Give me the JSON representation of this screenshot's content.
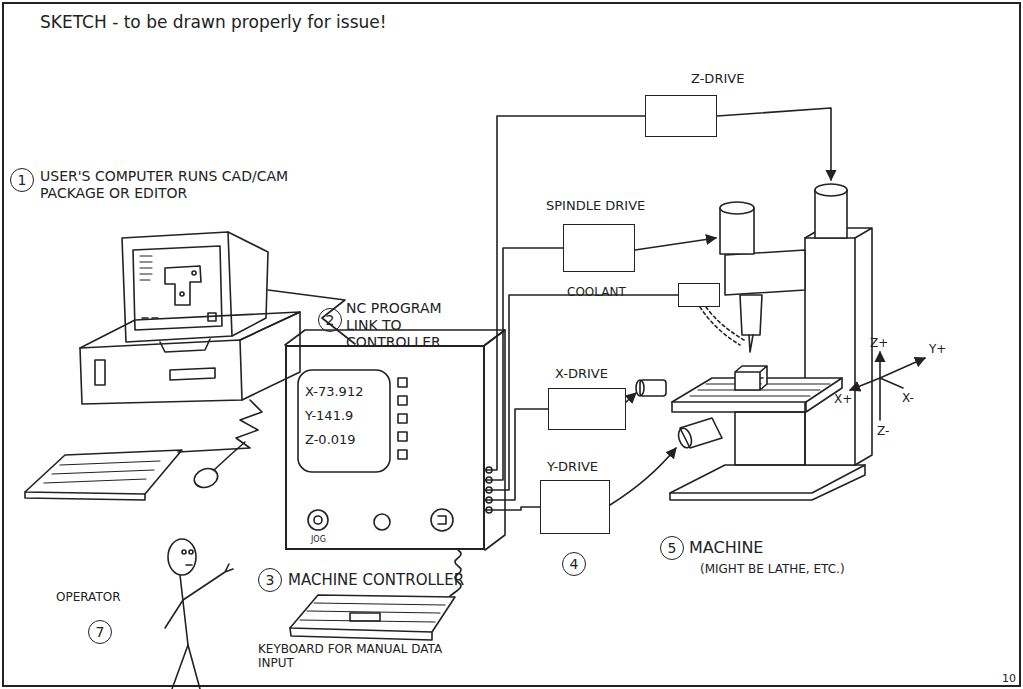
{
  "diagram": {
    "title": "SKETCH - to be drawn properly for issue!",
    "nodes": [
      {
        "text": [
          "Z-DRIVE"
        ]
      },
      {
        "text": [
          "SPINDLE DRIVE"
        ]
      },
      {
        "text": [
          "COOLANT"
        ]
      },
      {
        "text": [
          "X-73.912",
          "Y-141.9",
          "Z-0.019",
          "JOG"
        ]
      },
      {
        "text": [
          "X-DRIVE"
        ]
      },
      {
        "text": [
          "Y-DRIVE"
        ]
      }
    ],
    "edges": [
      {
        "from": 3,
        "to": 0,
        "arrow": "none"
      },
      {
        "from": 3,
        "to": 1,
        "arrow": "none"
      },
      {
        "from": 3,
        "to": 2,
        "arrow": "none"
      },
      {
        "from": 3,
        "to": 4,
        "arrow": "none"
      },
      {
        "from": 3,
        "to": 5,
        "arrow": "none"
      }
    ],
    "labels": [
      "1",
      "USER'S COMPUTER RUNS CAD/CAM PACKAGE OR EDITOR",
      "2",
      "NC PROGRAM LINK TO CONTROLLER",
      "3",
      "MACHINE CONTROLLER",
      "KEYBOARD FOR MANUAL DATA INPUT",
      "7",
      "OPERATOR",
      "4",
      "5",
      "MACHINE",
      "(MIGHT BE LATHE, ETC.)",
      "Z+",
      "Y+",
      "X+",
      "X-",
      "Z-",
      "10"
    ]
  }
}
